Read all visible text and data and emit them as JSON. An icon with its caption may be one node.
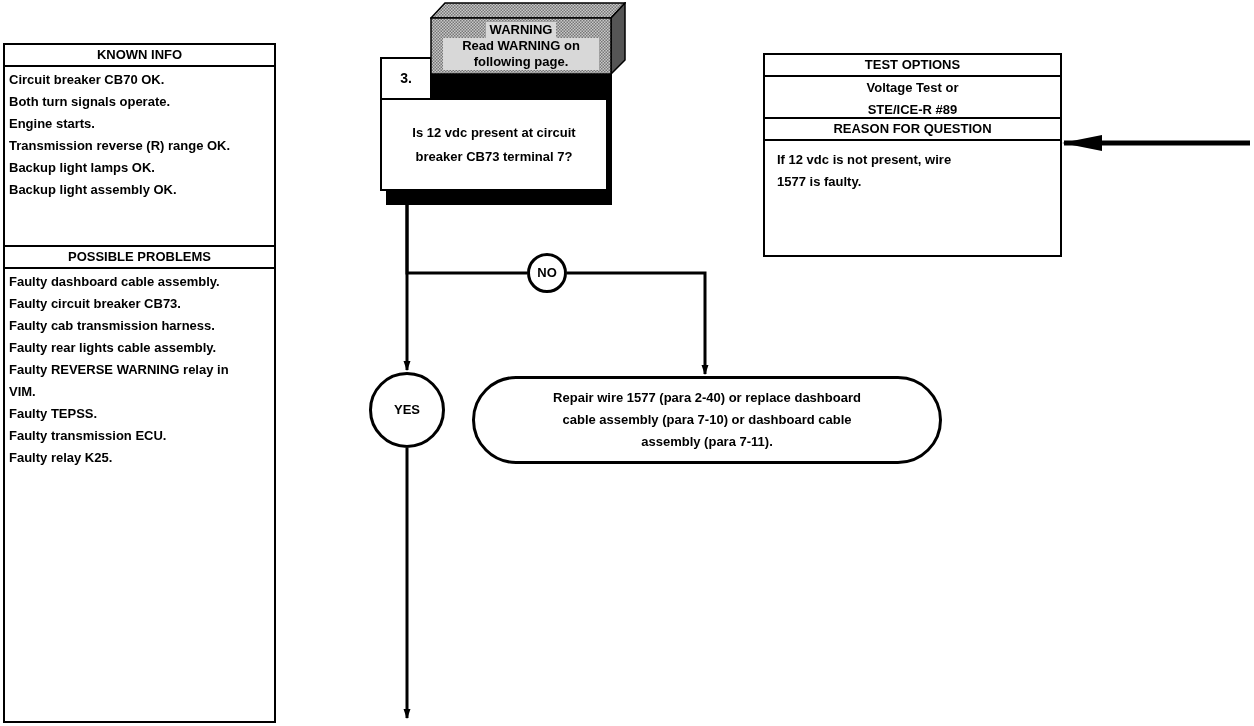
{
  "diagram": {
    "nodes": [
      {
        "text": [
          "KNOWN INFO",
          "Circuit breaker CB70 OK.",
          "Both turn signals operate.",
          "Engine starts.",
          "Transmission reverse (R) range OK.",
          "Backup light lamps OK.",
          "Backup light assembly OK."
        ]
      },
      {
        "text": [
          "POSSIBLE PROBLEMS",
          "Faulty dashboard cable assembly.",
          "Faulty circuit breaker CB73.",
          "Faulty cab transmission harness.",
          "Faulty rear lights cable assembly.",
          "Faulty REVERSE WARNING relay in VIM.",
          "Faulty TEPSS.",
          "Faulty transmission ECU.",
          "Faulty relay K25."
        ]
      },
      {
        "text": [
          "3.",
          "Is 12 vdc present at circuit breaker CB73 terminal 7?"
        ]
      },
      {
        "text": [
          "WARNING",
          "Read WARNING on following page."
        ]
      },
      {
        "text": [
          "NO"
        ]
      },
      {
        "text": [
          "YES"
        ]
      },
      {
        "text": [
          "Repair wire 1577 (para 2-40) or replace dashboard cable assembly (para 7-10) or dashboard cable assembly (para 7-11)."
        ]
      },
      {
        "text": [
          "TEST OPTIONS",
          "Voltage Test or STE/ICE-R #89"
        ]
      },
      {
        "text": [
          "REASON FOR QUESTION",
          "If 12 vdc is not present, wire 1577 is faulty."
        ]
      }
    ],
    "edges": [
      {
        "from": 2,
        "to": 5,
        "arrow": "to"
      },
      {
        "from": 2,
        "to": 4,
        "arrow": "none"
      },
      {
        "from": 4,
        "to": 6,
        "arrow": "to"
      },
      {
        "from": 5,
        "to": null,
        "arrow": "to"
      },
      {
        "from": null,
        "to": 8,
        "arrow": "to"
      }
    ]
  }
}
